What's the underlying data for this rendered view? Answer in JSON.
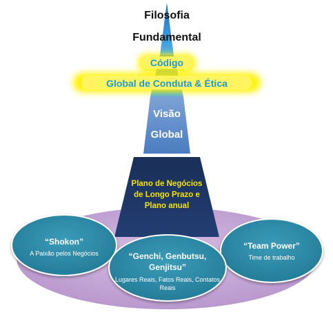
{
  "apex": {
    "line1": "Filosofia",
    "line2": "Fundamental"
  },
  "codigo": {
    "line1": "Código",
    "line2": "Global de Conduta & Ética"
  },
  "visao": {
    "line1": "Visão",
    "line2": "Global"
  },
  "plano": {
    "line1": "Plano de Negócios",
    "line2": "de Longo Prazo e",
    "line3": "Plano anual"
  },
  "shokon": {
    "title": "“Shokon”",
    "subtitle": "A Paixão pelos Negócios"
  },
  "genchi": {
    "title_line1": "“Genchi, Genbutsu,",
    "title_line2": "Genjitsu”",
    "subtitle_line1": "Lugares Reais, Fatos Reais, Contatos",
    "subtitle_line2": "Reais"
  },
  "team_power": {
    "title": "“Team Power”",
    "subtitle": "Time de trabalho"
  },
  "colors": {
    "apex_top": "#1e7fd0",
    "glow": "#fff200",
    "visao_band": "#5b8bc8",
    "plano_band": "#1f3864",
    "base_ellipse": "#c6a6d6",
    "oval": "#2c8aa8"
  }
}
